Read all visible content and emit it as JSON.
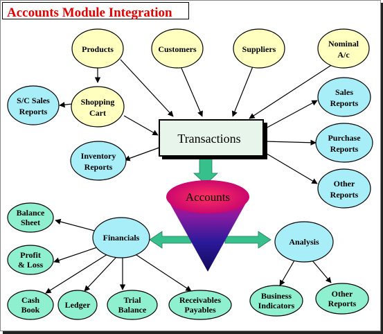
{
  "title": "Accounts Module Integration",
  "colors": {
    "title_text": "#e00000",
    "yellow_node": "#ffffc0",
    "cyan_node": "#a8eef8",
    "teal_node": "#8ff0cf",
    "transactions_box": "#e8f5ea",
    "arrow_green": "#38c08c"
  },
  "nodes": {
    "products": "Products",
    "customers": "Customers",
    "suppliers": "Suppliers",
    "nominal": [
      "Nominal",
      "A/c"
    ],
    "sc_sales": [
      "S/C Sales",
      "Reports"
    ],
    "shopping_cart": [
      "Shopping",
      "Cart"
    ],
    "sales_reports": [
      "Sales",
      "Reports"
    ],
    "purchase_reports": [
      "Purchase",
      "Reports"
    ],
    "other_reports_top": [
      "Other",
      "Reports"
    ],
    "inventory_reports": [
      "Inventory",
      "Reports"
    ],
    "transactions": "Transactions",
    "accounts": "Accounts",
    "financials": "Financials",
    "analysis": "Analysis",
    "balance_sheet": [
      "Balance",
      "Sheet"
    ],
    "profit_loss": [
      "Profit",
      "& Loss"
    ],
    "cash_book": [
      "Cash",
      "Book"
    ],
    "ledger": "Ledger",
    "trial_balance": [
      "Trial",
      "Balance"
    ],
    "receivables": [
      "Receivables",
      "Payables"
    ],
    "business_indicators": [
      "Business",
      "Indicators"
    ],
    "other_reports_bottom": [
      "Other",
      "Reports"
    ]
  }
}
